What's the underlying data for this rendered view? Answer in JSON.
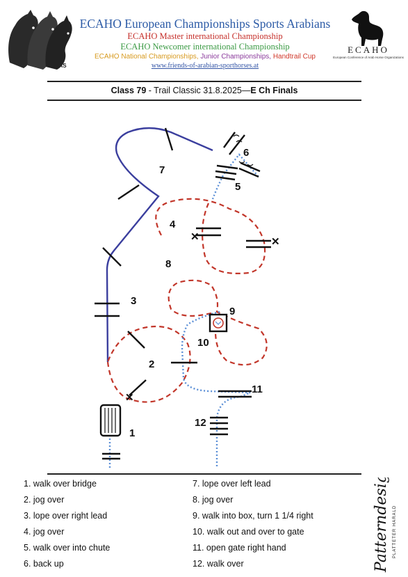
{
  "header": {
    "line1": "ECAHO European Championships Sports Arabians",
    "line2": "ECAHO Master international Championship",
    "line3": "ECAHO Newcomer international Championship",
    "line4_a": "ECAHO National Championships, ",
    "line4_b": "Junior Championships, ",
    "line4_c": "Handtrail Cup",
    "line5": "www.friends-of-arabian-sporthorses.at",
    "left_logo_text": "FAS",
    "right_logo_word": "ECAHO",
    "right_logo_sub": "European Conference of Arab Horse Organizations"
  },
  "class_title": {
    "bold_part": "Class 79",
    "middle": " - Trail Classic 31.8.2025—",
    "bold_end": "E Ch Finals"
  },
  "course": {
    "obstacle_numbers": [
      "1",
      "2",
      "3",
      "4",
      "5",
      "6",
      "7",
      "8",
      "9",
      "10",
      "11",
      "12"
    ],
    "legend": {
      "walk": "blue dotted line",
      "jog": "red dashed line",
      "lope": "navy solid line"
    },
    "colors": {
      "walk": "#5b8fd6",
      "jog": "#c2362a",
      "lope": "#3b3f9e"
    }
  },
  "legend_items": [
    "1.  walk over bridge",
    "2.  jog over",
    "3.  lope over right lead",
    "4.  jog over",
    "5.  walk over into chute",
    "6.  back up",
    "7. lope over left lead",
    "8. jog over",
    "9. walk into box, turn 1 1/4 right",
    "10. walk out and over to gate",
    "11. open gate right hand",
    "12. walk over"
  ],
  "signature": {
    "main": "Patterndesign",
    "sub": "PLATTETER HARALD"
  }
}
